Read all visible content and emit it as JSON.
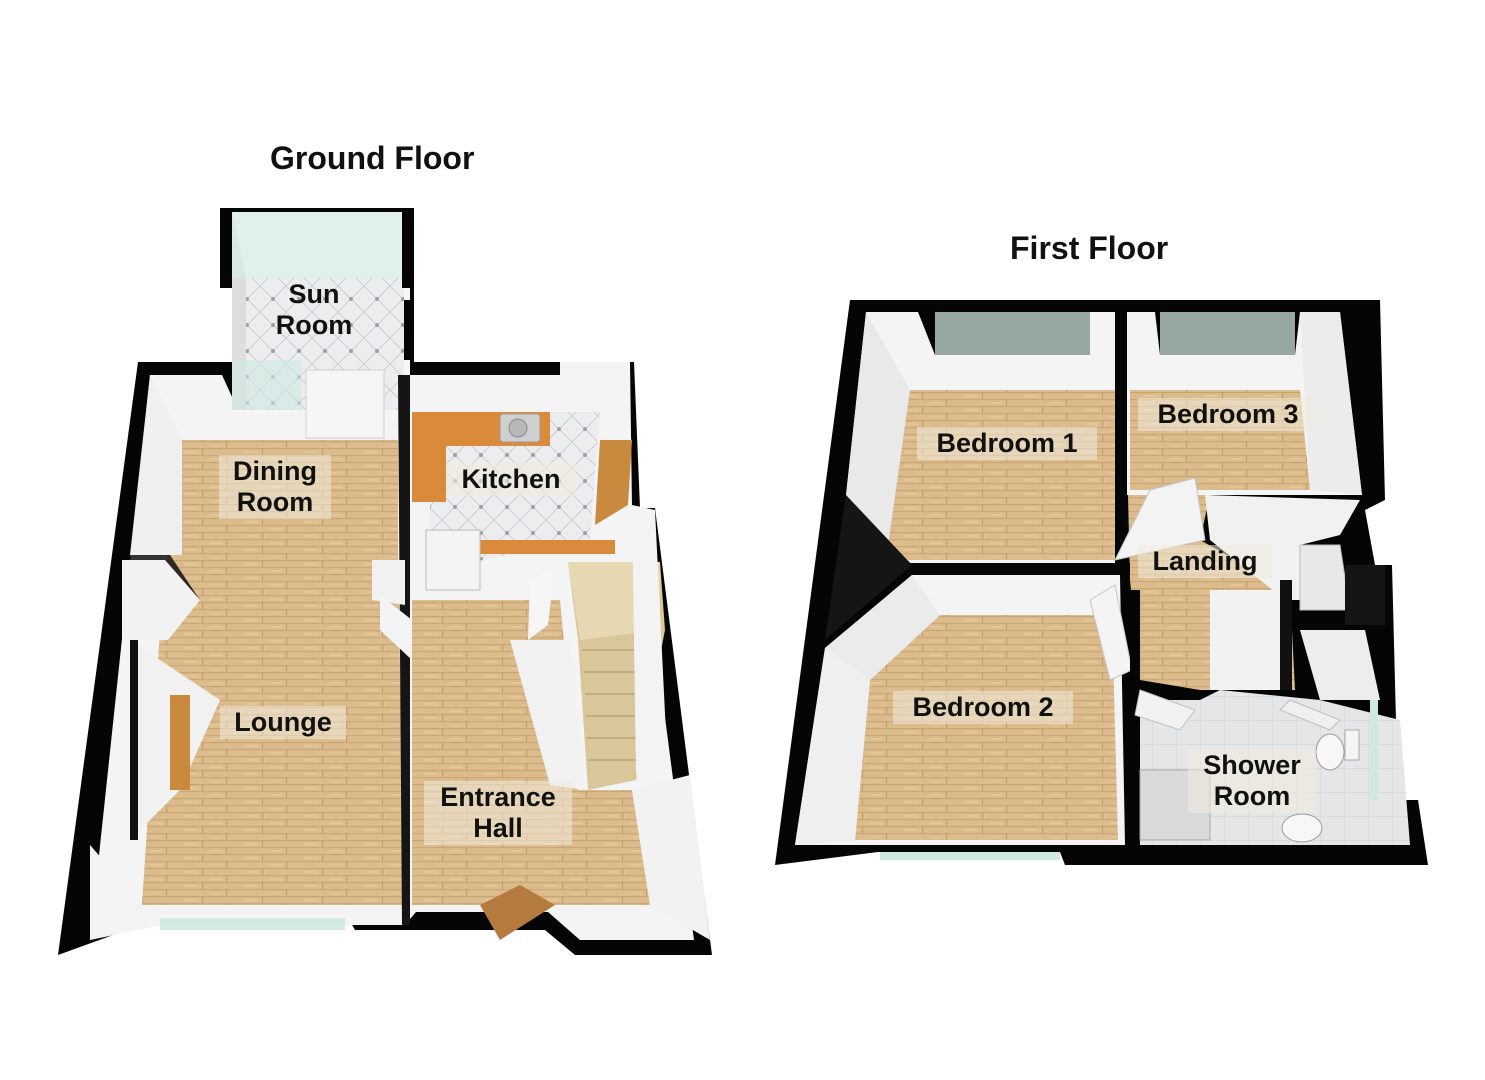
{
  "floors": [
    {
      "title": "Ground Floor",
      "rooms": [
        {
          "label": "Sun\nRoom"
        },
        {
          "label": "Dining\nRoom"
        },
        {
          "label": "Kitchen"
        },
        {
          "label": "Lounge"
        },
        {
          "label": "Entrance\nHall"
        }
      ]
    },
    {
      "title": "First Floor",
      "rooms": [
        {
          "label": "Bedroom 1"
        },
        {
          "label": "Bedroom 3"
        },
        {
          "label": "Landing"
        },
        {
          "label": "Bedroom 2"
        },
        {
          "label": "Shower\nRoom"
        }
      ]
    }
  ],
  "colors": {
    "wall": "#050505",
    "wall_inner": "#f4f4f4",
    "floor_wood": "#d9b98a",
    "floor_tile": "#e9eaea",
    "worktop": "#d98a3a",
    "stairs": "#d9c79a",
    "glass": "#cfe8e2",
    "door": "#f2f2f2"
  }
}
